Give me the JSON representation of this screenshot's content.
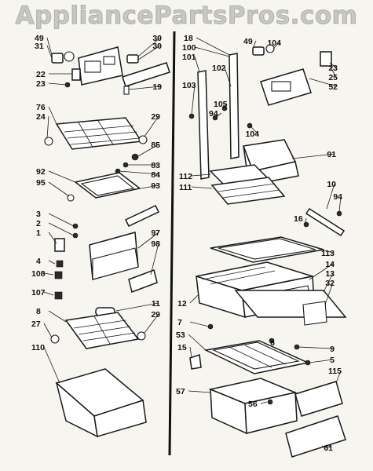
{
  "watermark": "AppliancePartsPros.com",
  "callouts": [
    {
      "label": "49"
    },
    {
      "label": "31"
    },
    {
      "label": "30"
    },
    {
      "label": "30"
    },
    {
      "label": "22"
    },
    {
      "label": "23"
    },
    {
      "label": "19"
    },
    {
      "label": "76"
    },
    {
      "label": "24"
    },
    {
      "label": "29"
    },
    {
      "label": "85"
    },
    {
      "label": "83"
    },
    {
      "label": "84"
    },
    {
      "label": "92"
    },
    {
      "label": "95"
    },
    {
      "label": "93"
    },
    {
      "label": "3"
    },
    {
      "label": "2"
    },
    {
      "label": "1"
    },
    {
      "label": "97"
    },
    {
      "label": "98"
    },
    {
      "label": "4"
    },
    {
      "label": "108"
    },
    {
      "label": "107"
    },
    {
      "label": "11"
    },
    {
      "label": "8"
    },
    {
      "label": "27"
    },
    {
      "label": "29"
    },
    {
      "label": "110"
    },
    {
      "label": "18"
    },
    {
      "label": "100"
    },
    {
      "label": "101"
    },
    {
      "label": "49"
    },
    {
      "label": "104"
    },
    {
      "label": "23"
    },
    {
      "label": "25"
    },
    {
      "label": "52"
    },
    {
      "label": "102"
    },
    {
      "label": "103"
    },
    {
      "label": "105"
    },
    {
      "label": "94"
    },
    {
      "label": "104"
    },
    {
      "label": "91"
    },
    {
      "label": "112"
    },
    {
      "label": "111"
    },
    {
      "label": "10"
    },
    {
      "label": "94"
    },
    {
      "label": "16"
    },
    {
      "label": "113"
    },
    {
      "label": "14"
    },
    {
      "label": "13"
    },
    {
      "label": "32"
    },
    {
      "label": "12"
    },
    {
      "label": "7"
    },
    {
      "label": "53"
    },
    {
      "label": "15"
    },
    {
      "label": "6"
    },
    {
      "label": "9"
    },
    {
      "label": "5"
    },
    {
      "label": "115"
    },
    {
      "label": "57"
    },
    {
      "label": "56"
    },
    {
      "label": "61"
    }
  ]
}
